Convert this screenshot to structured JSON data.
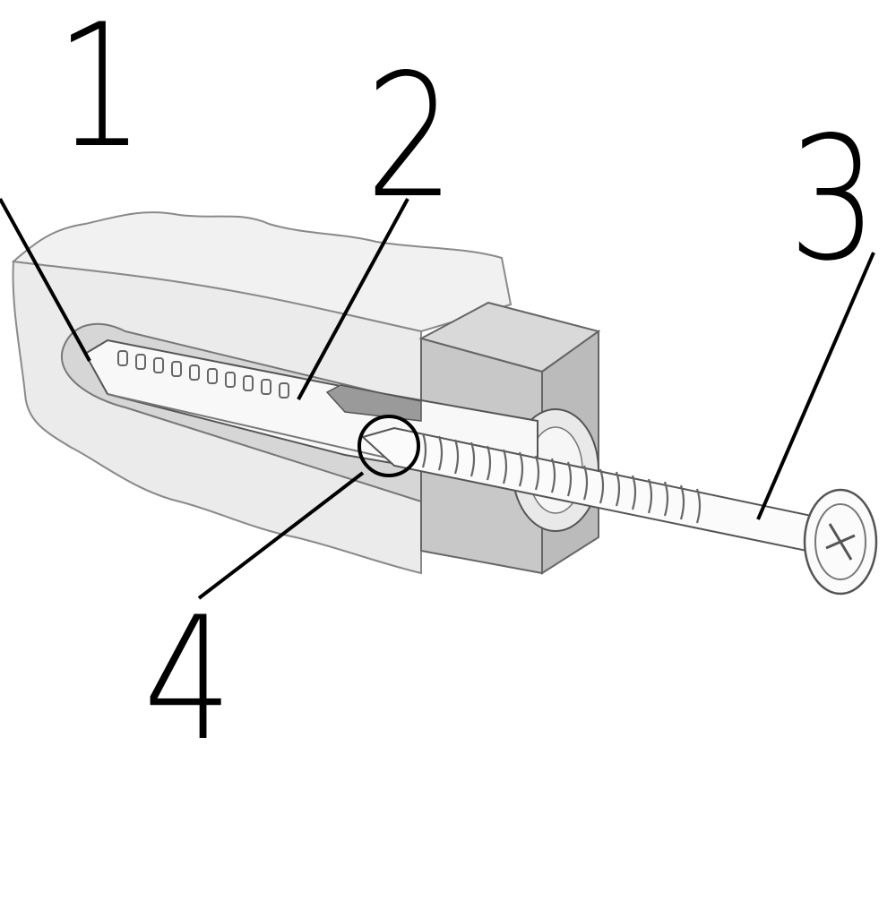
{
  "callouts": [
    {
      "number": "1"
    },
    {
      "number": "2"
    },
    {
      "number": "3"
    },
    {
      "number": "4"
    }
  ],
  "colors": {
    "wall": "#ececec",
    "wall_outline": "#888888",
    "block_top": "#d8d8d8",
    "block_front": "#c6c6c6",
    "block_side": "#b8b8b8",
    "plug": "#f7f7f7",
    "screw": "#fbfbfb",
    "leader": "#000000"
  }
}
